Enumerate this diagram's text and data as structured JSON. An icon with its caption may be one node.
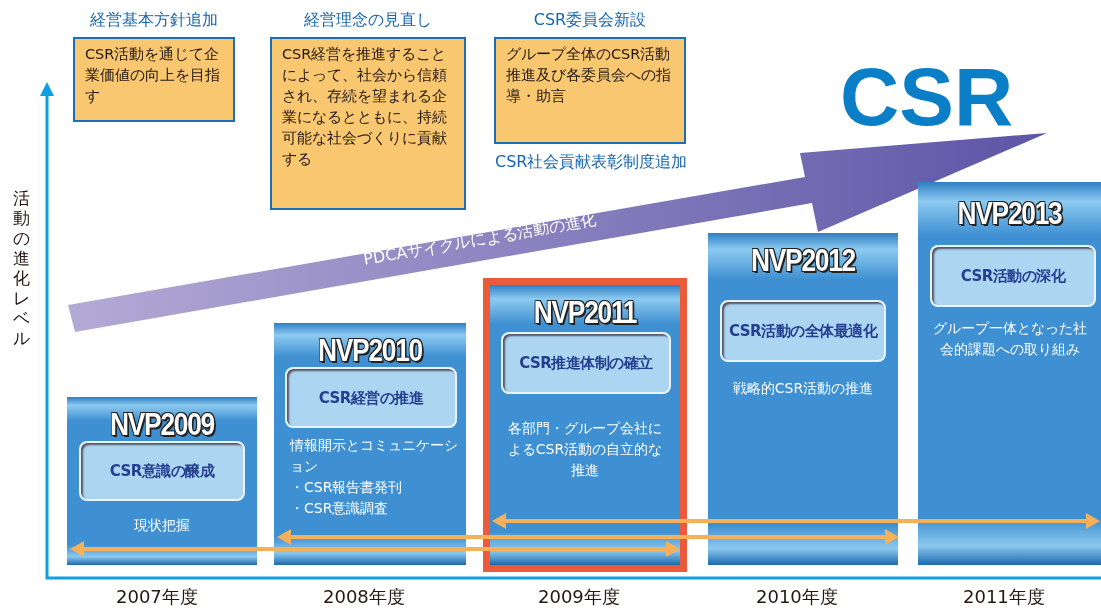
{
  "diagram": {
    "nodes": [
      {
        "text": [
          "経営基本方針追加",
          "CSR活動を通じて企業価値の向上を目指す"
        ]
      },
      {
        "text": [
          "経営理念の見直し",
          "CSR経営を推進することによって、社会から信頼され、存続を望まれる企業になるとともに、持続可能な社会づくりに貢献する"
        ]
      },
      {
        "text": [
          "CSR委員会新設",
          "グループ全体のCSR活動推進及び各委員会への指導・助言"
        ]
      },
      {
        "text": [
          "NVP2009",
          "現状把握"
        ]
      },
      {
        "text": [
          "CSR意識の醸成"
        ],
        "in": 3
      },
      {
        "text": [
          "NVP2010",
          "情報開示とコミュニケーション",
          "・CSR報告書発刊",
          "・CSR意識調査"
        ]
      },
      {
        "text": [
          "CSR経営の推進"
        ],
        "in": 5
      },
      {
        "text": [
          "NVP2011",
          "各部門・グループ会社によるCSR活動の自立的な推進"
        ]
      },
      {
        "text": [
          "CSR推進体制の確立"
        ],
        "in": 7
      },
      {
        "text": [
          "NVP2012",
          "戦略的CSR活動の推進"
        ]
      },
      {
        "text": [
          "CSR活動の全体最適化"
        ],
        "in": 9
      },
      {
        "text": [
          "NVP2013",
          "グループ一体となった社会的課題への取り組み"
        ]
      },
      {
        "text": [
          "CSR活動の深化"
        ],
        "in": 11
      },
      {
        "text": [
          "CSR"
        ]
      }
    ],
    "edges": [
      {
        "from": 3,
        "to": 7,
        "arrow": "both"
      },
      {
        "from": 5,
        "to": 9,
        "arrow": "both"
      },
      {
        "from": 7,
        "to": 11,
        "arrow": "both"
      },
      {
        "from": null,
        "to": 13,
        "arrow": "to",
        "style": "thick",
        "label": "PDCAサイクルによる活動の進化"
      }
    ],
    "labels": [
      "CSR社会貢献表彰制度追加",
      "活動の進化レベル",
      "2007年度",
      "2008年度",
      "2009年度",
      "2010年度",
      "2011年度"
    ]
  }
}
